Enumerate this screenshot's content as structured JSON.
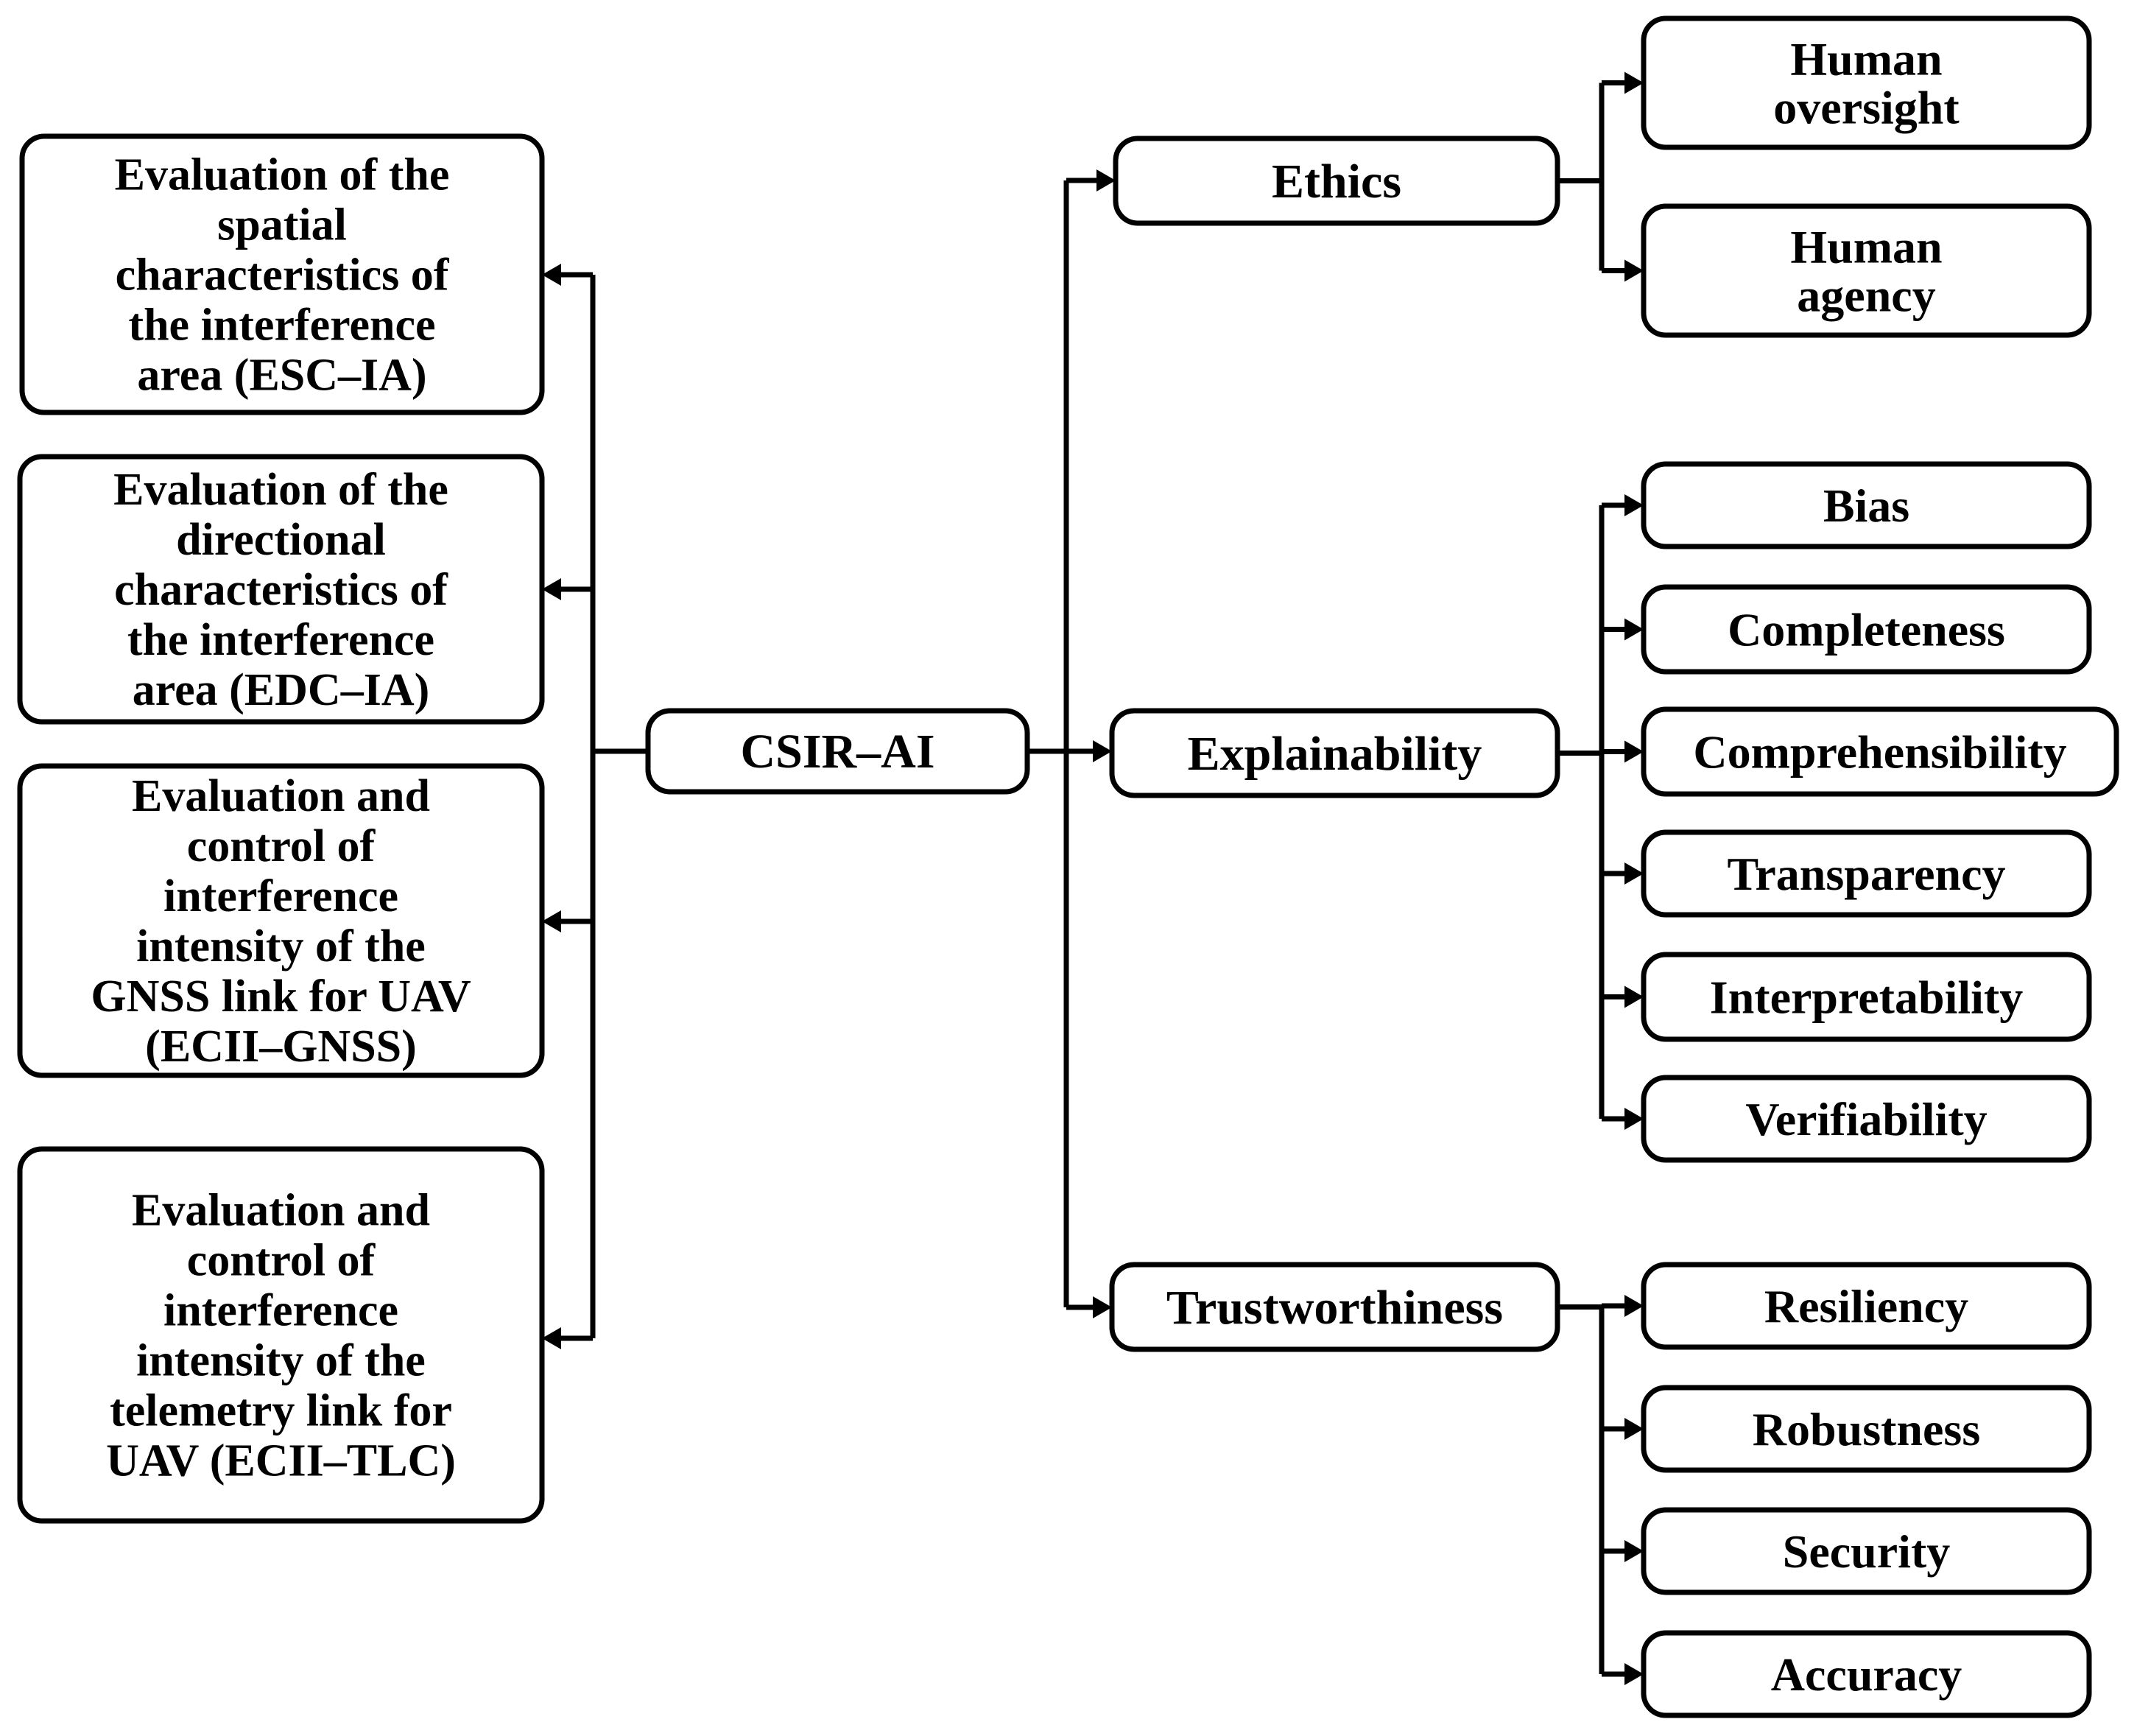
{
  "left_modules": [
    {
      "id": "esc",
      "lines": [
        "Evaluation of the",
        "spatial",
        "characteristics of",
        "the interference",
        "area (ESC–IA)"
      ]
    },
    {
      "id": "edc",
      "lines": [
        "Evaluation of the",
        "directional",
        "characteristics of",
        "the interference",
        "area (EDC–IA)"
      ]
    },
    {
      "id": "gnss",
      "lines": [
        "Evaluation and",
        "control of",
        "interference",
        "intensity of the",
        "GNSS link for UAV",
        "(ECII–GNSS)"
      ]
    },
    {
      "id": "tlc",
      "lines": [
        "Evaluation and",
        "control of",
        "interference",
        "intensity of the",
        "telemetry link for",
        "UAV (ECII–TLC)"
      ]
    }
  ],
  "center": {
    "label": "CSIR–AI"
  },
  "categories": [
    {
      "id": "ethics",
      "label": "Ethics",
      "children": [
        [
          "Human",
          "oversight"
        ],
        [
          "Human",
          "agency"
        ]
      ]
    },
    {
      "id": "explainability",
      "label": "Explainability",
      "children": [
        [
          "Bias"
        ],
        [
          "Completeness"
        ],
        [
          "Comprehensibility"
        ],
        [
          "Transparency"
        ],
        [
          "Interpretability"
        ],
        [
          "Verifiability"
        ]
      ]
    },
    {
      "id": "trustworthiness",
      "label": "Trustworthiness",
      "children": [
        [
          "Resiliency"
        ],
        [
          "Robustness"
        ],
        [
          "Security"
        ],
        [
          "Accuracy"
        ]
      ]
    }
  ]
}
